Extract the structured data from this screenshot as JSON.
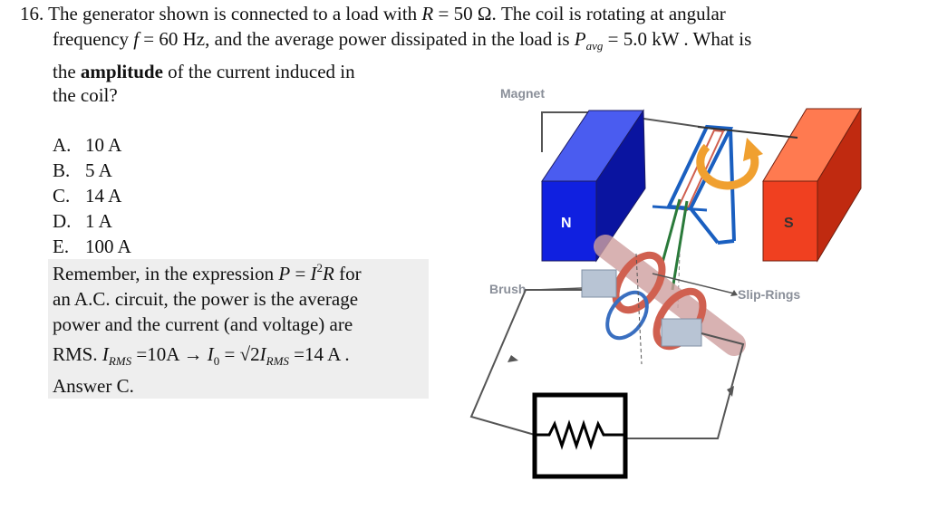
{
  "question": {
    "number": "16.",
    "line1_pre": "The generator shown is connected to a load with ",
    "var_R": "R",
    "line1_eq_r": " = 50 Ω.  The coil is rotating at angular",
    "line2_pre": "frequency ",
    "var_f": "f",
    "line2_eq_f": " = 60 Hz, and the average power dissipated in the load is  ",
    "var_P": "P",
    "sub_avg": "avg",
    "line2_eq_p": " = 5.0 kW . What is",
    "line3_pre": "the ",
    "line3_bold": "amplitude",
    "line3_post": " of the current induced in",
    "line4": "the coil?"
  },
  "choices": [
    {
      "label": "A.",
      "text": "10 A"
    },
    {
      "label": "B.",
      "text": "5 A"
    },
    {
      "label": "C.",
      "text": "14 A"
    },
    {
      "label": "D.",
      "text": "1 A"
    },
    {
      "label": "E.",
      "text": "100 A"
    }
  ],
  "explanation": {
    "l1_pre": "Remember, in the expression ",
    "l1_P": "P",
    "l1_eq": " = ",
    "l1_I": "I",
    "l1_sup": "2",
    "l1_R": "R",
    "l1_post": "  for",
    "l2": "an A.C. circuit, the power is the average",
    "l3": "power and the current (and voltage) are",
    "l4_pre": "RMS.  ",
    "l4_I1": "I",
    "l4_sub1": "RMS",
    "l4_mid1": " =10A → ",
    "l4_I2": "I",
    "l4_sub2": "0",
    "l4_mid2": " = √2",
    "l4_I3": "I",
    "l4_sub3": "RMS",
    "l4_end": " =14 A .",
    "l5": "Answer C."
  },
  "diagram": {
    "magnet_label": "Magnet",
    "brush_label": "Brush",
    "slip_rings_label": "Slip-Rings",
    "north_label": "N",
    "south_label": "S",
    "colors": {
      "north_pole": "#1020e0",
      "south_pole": "#f04020",
      "arrow": "#f0a030",
      "ring": "#d06050",
      "brush": "#b8c4d4"
    }
  }
}
